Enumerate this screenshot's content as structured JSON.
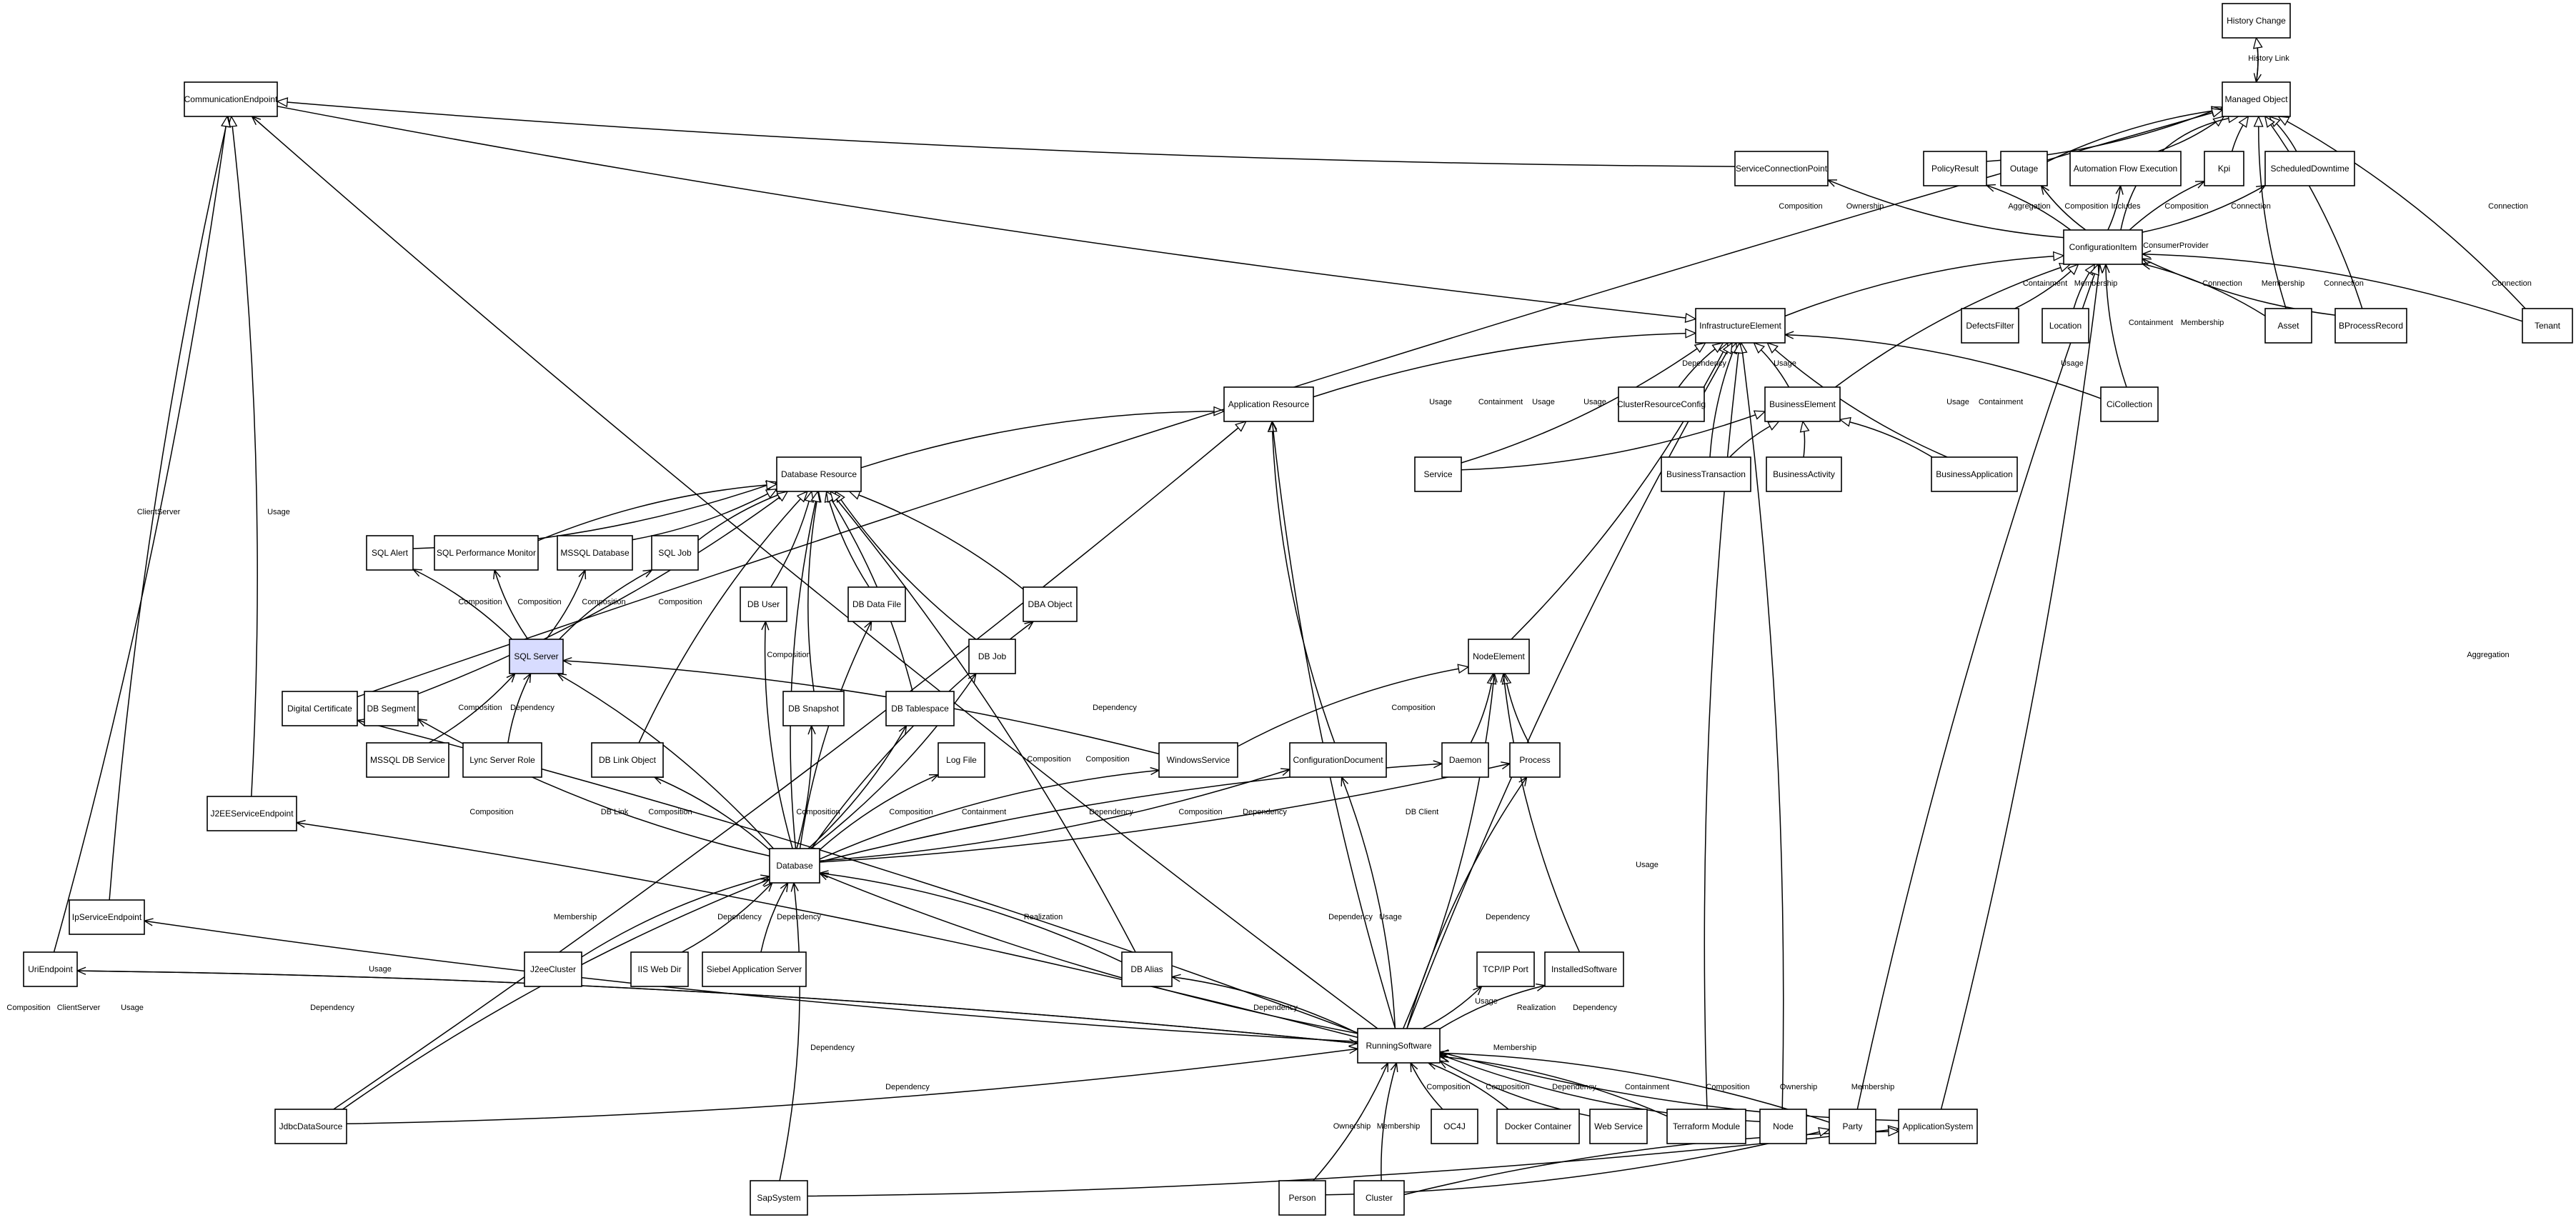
{
  "diagram": {
    "nodes": [
      {
        "id": "history_change",
        "label": "History Change"
      },
      {
        "id": "managed_object",
        "label": "Managed Object"
      },
      {
        "id": "communication_endpoint",
        "label": "CommunicationEndpoint"
      },
      {
        "id": "service_connection_point",
        "label": "ServiceConnectionPoint"
      },
      {
        "id": "policy_result",
        "label": "PolicyResult"
      },
      {
        "id": "outage",
        "label": "Outage"
      },
      {
        "id": "automation_flow_execution",
        "label": "Automation Flow Execution"
      },
      {
        "id": "kpi",
        "label": "Kpi"
      },
      {
        "id": "scheduled_downtime",
        "label": "ScheduledDowntime"
      },
      {
        "id": "configuration_item",
        "label": "ConfigurationItem"
      },
      {
        "id": "infrastructure_element",
        "label": "InfrastructureElement"
      },
      {
        "id": "defects_filter",
        "label": "DefectsFilter"
      },
      {
        "id": "location",
        "label": "Location"
      },
      {
        "id": "asset",
        "label": "Asset"
      },
      {
        "id": "bprocess_record",
        "label": "BProcessRecord"
      },
      {
        "id": "tenant",
        "label": "Tenant"
      },
      {
        "id": "application_resource",
        "label": "Application Resource"
      },
      {
        "id": "cluster_resource_config",
        "label": "ClusterResourceConfig"
      },
      {
        "id": "business_element",
        "label": "BusinessElement"
      },
      {
        "id": "ci_collection",
        "label": "CiCollection"
      },
      {
        "id": "service",
        "label": "Service"
      },
      {
        "id": "business_transaction",
        "label": "BusinessTransaction"
      },
      {
        "id": "business_activity",
        "label": "BusinessActivity"
      },
      {
        "id": "business_application",
        "label": "BusinessApplication"
      },
      {
        "id": "database_resource",
        "label": "Database Resource"
      },
      {
        "id": "sql_alert",
        "label": "SQL Alert"
      },
      {
        "id": "sql_perf_monitor",
        "label": "SQL Performance Monitor"
      },
      {
        "id": "mssql_database",
        "label": "MSSQL Database"
      },
      {
        "id": "sql_job",
        "label": "SQL Job"
      },
      {
        "id": "db_user",
        "label": "DB User"
      },
      {
        "id": "db_data_file",
        "label": "DB Data File"
      },
      {
        "id": "dba_object",
        "label": "DBA Object"
      },
      {
        "id": "sql_server",
        "label": "SQL Server"
      },
      {
        "id": "db_job",
        "label": "DB Job"
      },
      {
        "id": "node_element",
        "label": "NodeElement"
      },
      {
        "id": "digital_certificate",
        "label": "Digital Certificate"
      },
      {
        "id": "db_segment",
        "label": "DB Segment"
      },
      {
        "id": "db_snapshot",
        "label": "DB Snapshot"
      },
      {
        "id": "db_tablespace",
        "label": "DB Tablespace"
      },
      {
        "id": "mssql_db_service",
        "label": "MSSQL DB Service"
      },
      {
        "id": "lync_server_role",
        "label": "Lync Server Role"
      },
      {
        "id": "db_link_object",
        "label": "DB Link Object"
      },
      {
        "id": "log_file",
        "label": "Log File"
      },
      {
        "id": "windows_service",
        "label": "WindowsService"
      },
      {
        "id": "configuration_document",
        "label": "ConfigurationDocument"
      },
      {
        "id": "daemon",
        "label": "Daemon"
      },
      {
        "id": "process",
        "label": "Process"
      },
      {
        "id": "j2ee_service_endpoint",
        "label": "J2EEServiceEndpoint"
      },
      {
        "id": "database",
        "label": "Database"
      },
      {
        "id": "ip_service_endpoint",
        "label": "IpServiceEndpoint"
      },
      {
        "id": "j2ee_cluster",
        "label": "J2eeCluster"
      },
      {
        "id": "iis_web_dir",
        "label": "IIS Web Dir"
      },
      {
        "id": "siebel_app_server",
        "label": "Siebel Application Server"
      },
      {
        "id": "db_alias",
        "label": "DB Alias"
      },
      {
        "id": "tcpip_port",
        "label": "TCP/IP Port"
      },
      {
        "id": "installed_software",
        "label": "InstalledSoftware"
      },
      {
        "id": "uri_endpoint",
        "label": "UriEndpoint"
      },
      {
        "id": "running_software",
        "label": "RunningSoftware"
      },
      {
        "id": "jdbc_data_source",
        "label": "JdbcDataSource"
      },
      {
        "id": "oc4j",
        "label": "OC4J"
      },
      {
        "id": "docker_container",
        "label": "Docker Container"
      },
      {
        "id": "web_service",
        "label": "Web Service"
      },
      {
        "id": "terraform_module",
        "label": "Terraform Module"
      },
      {
        "id": "node",
        "label": "Node"
      },
      {
        "id": "party",
        "label": "Party"
      },
      {
        "id": "application_system",
        "label": "ApplicationSystem"
      },
      {
        "id": "sap_system",
        "label": "SapSystem"
      },
      {
        "id": "person",
        "label": "Person"
      },
      {
        "id": "cluster",
        "label": "Cluster"
      }
    ],
    "edge_labels": [
      {
        "id": "history_link",
        "text": "History Link"
      },
      {
        "id": "ci_scp_composition",
        "text": "Composition"
      },
      {
        "id": "ci_scp_ownership",
        "text": "Ownership"
      },
      {
        "id": "ci_policy_aggregation",
        "text": "Aggregation"
      },
      {
        "id": "ci_outage_composition",
        "text": "Composition"
      },
      {
        "id": "ci_afe_includes",
        "text": "Includes"
      },
      {
        "id": "ci_kpi_composition",
        "text": "Composition"
      },
      {
        "id": "ci_sd_connection",
        "text": "Connection"
      },
      {
        "id": "ci_consumer_provider",
        "text": "ConsumerProvider"
      },
      {
        "id": "tenant_mo_connection",
        "text": "Connection"
      },
      {
        "id": "df_containment",
        "text": "Containment"
      },
      {
        "id": "loc_membership",
        "text": "Membership"
      },
      {
        "id": "asset_connection",
        "text": "Connection"
      },
      {
        "id": "bpr_membership",
        "text": "Membership"
      },
      {
        "id": "bpr_connection",
        "text": "Connection"
      },
      {
        "id": "tenant_connection",
        "text": "Connection"
      },
      {
        "id": "cic_containment",
        "text": "Containment"
      },
      {
        "id": "cic_membership",
        "text": "Membership"
      },
      {
        "id": "cic_usage",
        "text": "Usage"
      },
      {
        "id": "crc_dependency",
        "text": "Dependency"
      },
      {
        "id": "be_usage",
        "text": "Usage"
      },
      {
        "id": "svc_usage",
        "text": "Usage"
      },
      {
        "id": "svc_containment",
        "text": "Containment"
      },
      {
        "id": "bt_usage",
        "text": "Usage"
      },
      {
        "id": "ba_usage",
        "text": "Usage"
      },
      {
        "id": "bapp_usage",
        "text": "Usage"
      },
      {
        "id": "bapp_containment",
        "text": "Containment"
      },
      {
        "id": "clientserver_left",
        "text": "ClientServer"
      },
      {
        "id": "usage_left",
        "text": "Usage"
      },
      {
        "id": "sql_alert_composition",
        "text": "Composition"
      },
      {
        "id": "sql_perf_composition",
        "text": "Composition"
      },
      {
        "id": "mssql_db_composition",
        "text": "Composition"
      },
      {
        "id": "sql_job_composition",
        "text": "Composition"
      },
      {
        "id": "db_user_composition",
        "text": "Composition"
      },
      {
        "id": "mssql_svc_composition",
        "text": "Composition"
      },
      {
        "id": "lync_dependency",
        "text": "Dependency"
      },
      {
        "id": "winsvc_dependency",
        "text": "Dependency"
      },
      {
        "id": "dba_composition",
        "text": "Composition"
      },
      {
        "id": "dbjob_composition",
        "text": "Composition"
      },
      {
        "id": "db_seg_composition",
        "text": "Composition"
      },
      {
        "id": "db_snapshot_composition",
        "text": "Composition"
      },
      {
        "id": "db_ts_composition",
        "text": "Composition"
      },
      {
        "id": "db_link_dblink",
        "text": "DB Link"
      },
      {
        "id": "db_link_composition",
        "text": "Composition"
      },
      {
        "id": "log_containment",
        "text": "Containment"
      },
      {
        "id": "rs_appres_composition",
        "text": "Composition"
      },
      {
        "id": "winsvc_db_dependency",
        "text": "Dependency"
      },
      {
        "id": "cfgdoc_composition",
        "text": "Composition"
      },
      {
        "id": "daemon_dependency",
        "text": "Dependency"
      },
      {
        "id": "db_client",
        "text": "DB Client"
      },
      {
        "id": "rs_ne_usage",
        "text": "Usage"
      },
      {
        "id": "j2ee_cluster_membership",
        "text": "Membership"
      },
      {
        "id": "iis_dependency",
        "text": "Dependency"
      },
      {
        "id": "siebel_dependency",
        "text": "Dependency"
      },
      {
        "id": "db_alias_realization",
        "text": "Realization"
      },
      {
        "id": "rs_proc_dependency",
        "text": "Dependency"
      },
      {
        "id": "rs_cfgdoc_dependency",
        "text": "Dependency"
      },
      {
        "id": "rs_cfgdoc_usage",
        "text": "Usage"
      },
      {
        "id": "tcp_usage",
        "text": "Usage"
      },
      {
        "id": "inst_realization",
        "text": "Realization"
      },
      {
        "id": "inst_dependency",
        "text": "Dependency"
      },
      {
        "id": "dbalias_dependency",
        "text": "Dependency"
      },
      {
        "id": "uri_composition",
        "text": "Composition"
      },
      {
        "id": "uri_clientserver",
        "text": "ClientServer"
      },
      {
        "id": "ip_usage",
        "text": "Usage"
      },
      {
        "id": "rs_dependency_left",
        "text": "Dependency"
      },
      {
        "id": "j2ee_ep_usage",
        "text": "Usage"
      },
      {
        "id": "sap_dependency",
        "text": "Dependency"
      },
      {
        "id": "jdbc_dependency",
        "text": "Dependency"
      },
      {
        "id": "rs_membership",
        "text": "Membership"
      },
      {
        "id": "oc4j_composition",
        "text": "Composition"
      },
      {
        "id": "docker_composition",
        "text": "Composition"
      },
      {
        "id": "web_dependency",
        "text": "Dependency"
      },
      {
        "id": "tf_containment",
        "text": "Containment"
      },
      {
        "id": "node_composition",
        "text": "Composition"
      },
      {
        "id": "party_ownership",
        "text": "Ownership"
      },
      {
        "id": "appsys_membership",
        "text": "Membership"
      },
      {
        "id": "person_ownership",
        "text": "Ownership"
      },
      {
        "id": "cluster_membership",
        "text": "Membership"
      },
      {
        "id": "appsys_aggregation",
        "text": "Aggregation"
      }
    ]
  }
}
